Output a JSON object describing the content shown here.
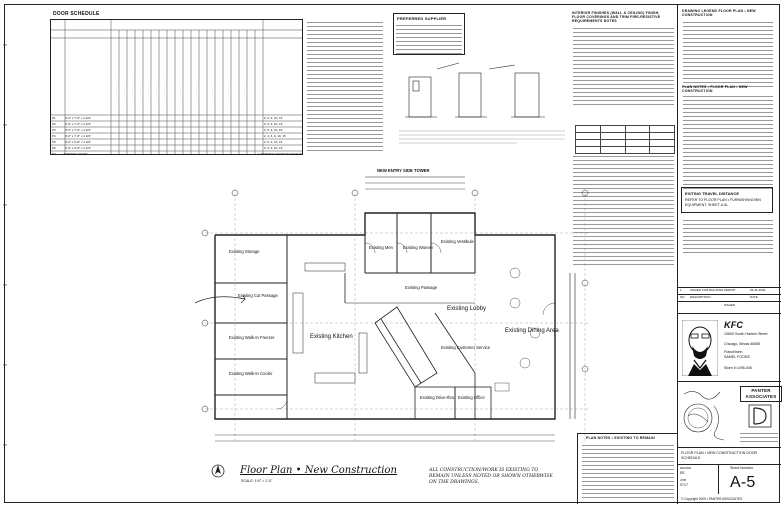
{
  "door_schedule": {
    "title": "DOOR SCHEDULE",
    "rows": [
      {
        "no": "P1",
        "size": "3'-0\" x 7'-0\" x 1 3/4\"",
        "notes": "2, 6, 9, 10, 15"
      },
      {
        "no": "P2",
        "size": "3'-0\" x 7'-0\" x 1 3/4\"",
        "notes": "2, 6, 9, 10, 15"
      },
      {
        "no": "P3",
        "size": "3'-0\" x 7'-0\" x 1 3/4\"",
        "notes": "2, 6, 9, 10, 15"
      },
      {
        "no": "P4",
        "size": "3'-0\" x 7'-0\" x 1 3/4\"",
        "notes": "2, 4, 6, 9, 10, 15"
      },
      {
        "no": "P5",
        "size": "3'-0\" x 6'-8\" x 1 3/4\"",
        "notes": "2, 6, 9, 10, 15"
      },
      {
        "no": "P6",
        "size": "3'-0\" x 6'-8\" x 1 3/4\"",
        "notes": "2, 6, 9, 10, 15"
      },
      {
        "no": "P7",
        "size": "EXISTING DOOR",
        "notes": "1, EXISTING DOOR TO REMAIN"
      }
    ]
  },
  "preferred_supplier": {
    "title": "PREFERRED SUPPLIER"
  },
  "finishes_title": "INTERIOR FINISHES (WALL & CEILING) FINISH, FLOOR COVERINGS AND TRIM FIRE-RESISTIVE REQUIREMENTS NOTES",
  "drawing_legend_title": "DRAWING LEGEND FLOOR PLAN • NEW CONSTRUCTION",
  "plan_notes_title": "PLAN NOTES • FLOOR PLAN • NEW CONSTRUCTION",
  "exiting_travel": {
    "title": "EXITING TRAVEL DISTANCE",
    "text": "REFER TO FLOOR PLAN • FURNISH/KNOWN EQUIPMENT, SHEET A-5L"
  },
  "plan": {
    "tower_label": "NEW ENTRY SIDE TOWER",
    "rooms": [
      {
        "id": "storage",
        "name": "Existing Storage"
      },
      {
        "id": "cut-passage",
        "name": "Existing Cut Passage"
      },
      {
        "id": "freezer",
        "name": "Existing Walk-In Freezer"
      },
      {
        "id": "cooler",
        "name": "Existing Walk-In Cooler"
      },
      {
        "id": "kitchen",
        "name": "Existing Kitchen"
      },
      {
        "id": "lobby",
        "name": "Existing Lobby"
      },
      {
        "id": "dining",
        "name": "Existing Dining Area"
      },
      {
        "id": "customer-service",
        "name": "Existing Customer Service"
      },
      {
        "id": "drive-thru",
        "name": "Existing Drive-thru"
      },
      {
        "id": "office",
        "name": "Existing Office"
      },
      {
        "id": "mens",
        "name": "Existing Men"
      },
      {
        "id": "womens",
        "name": "Existing Women"
      },
      {
        "id": "vestibule",
        "name": "Existing Vestibule"
      },
      {
        "id": "passage",
        "name": "Existing Passage"
      }
    ]
  },
  "title_block_caption": {
    "title": "Floor Plan • New Construction",
    "scale": "SCALE: 1/4\" = 1'-0\"",
    "note": "ALL CONSTRUCTION/WORK IS EXISTING TO REMAIN UNLESS NOTED OR SHOWN OTHERWISE ON THE DRAWINGS."
  },
  "plan_notes_existing_title": "PLAN NOTES • EXISTING TO REMAIN",
  "revisions": {
    "rows": [
      {
        "no": "1",
        "desc": "ISSUED FOR BUILDING PERMIT",
        "date": "03-31-2009"
      }
    ],
    "header": {
      "no": "NO.",
      "desc": "DESCRIPTION",
      "date": "DATE"
    },
    "issued": "ISSUED"
  },
  "client": {
    "brand": "KFC",
    "address": "10600 South Harlem Street",
    "city": "Chicago, Illinois 60655",
    "franchisee_label": "Franchisee:",
    "franchisee": "SAMEL FOODS",
    "store": "Store # L095-045"
  },
  "architect": {
    "name": "PANTER ASSOCIATES"
  },
  "sheet": {
    "title": "FLOOR PLAN • NEW CONSTRUCTION DOOR SCHEDULE",
    "drawn_label": "DRAWN",
    "drawn": "EE",
    "job_label": "JOB",
    "job": "0717",
    "number_label": "Sheet Number",
    "number": "A-5",
    "copyright": "© Copyright 2009 • PANTER ASSOCIATES"
  }
}
